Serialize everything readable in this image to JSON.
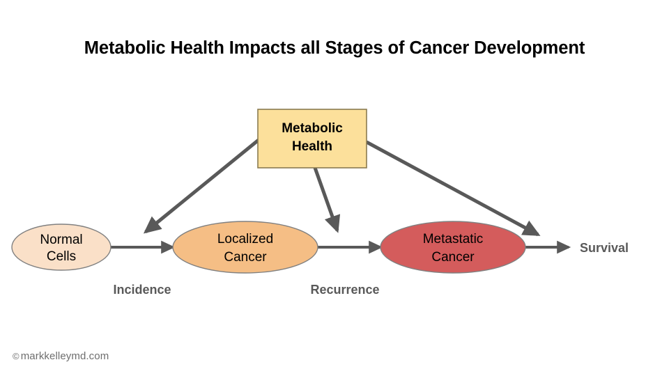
{
  "title": "Metabolic Health Impacts all Stages of Cancer Development",
  "credit": {
    "symbol": "©",
    "text": "markkelleymd.com"
  },
  "colors": {
    "box_fill": "#FCE09B",
    "box_stroke": "#BF9000",
    "normal_fill": "#FAE0C8",
    "localized_fill": "#F5BE85",
    "metastatic_fill": "#D45C5C",
    "node_stroke": "#808080",
    "arrow": "#595959",
    "label_text": "#595959",
    "title_text": "#000000"
  },
  "nodes": {
    "driver": {
      "name": "Metabolic Health",
      "line1": "Metabolic",
      "line2": "Health",
      "shape": "rectangle"
    },
    "normal": {
      "name": "Normal Cells",
      "line1": "Normal",
      "line2": "Cells",
      "shape": "ellipse"
    },
    "localized": {
      "name": "Localized Cancer",
      "line1": "Localized",
      "line2": "Cancer",
      "shape": "ellipse"
    },
    "metastatic": {
      "name": "Metastatic Cancer",
      "line1": "Metastatic",
      "line2": "Cancer",
      "shape": "ellipse"
    },
    "survival": {
      "name": "Survival",
      "label": "Survival",
      "shape": "text"
    }
  },
  "stage_labels": {
    "incidence": "Incidence",
    "recurrence": "Recurrence"
  },
  "chart_data": {
    "type": "diagram",
    "title": "Metabolic Health Impacts all Stages of Cancer Development",
    "nodes": [
      {
        "id": "driver",
        "label": "Metabolic Health",
        "shape": "rectangle",
        "fill": "#FCE09B"
      },
      {
        "id": "normal",
        "label": "Normal Cells",
        "shape": "ellipse",
        "fill": "#FAE0C8"
      },
      {
        "id": "localized",
        "label": "Localized Cancer",
        "shape": "ellipse",
        "fill": "#F5BE85"
      },
      {
        "id": "metastatic",
        "label": "Metastatic Cancer",
        "shape": "ellipse",
        "fill": "#D45C5C"
      },
      {
        "id": "survival",
        "label": "Survival",
        "shape": "text",
        "fill": "none"
      }
    ],
    "edges": [
      {
        "from": "normal",
        "to": "localized",
        "label": "Incidence",
        "style": "solid-arrow"
      },
      {
        "from": "localized",
        "to": "metastatic",
        "label": "Recurrence",
        "style": "solid-arrow"
      },
      {
        "from": "metastatic",
        "to": "survival",
        "label": "",
        "style": "solid-arrow"
      },
      {
        "from": "driver",
        "to": "incidence-step",
        "label": "",
        "style": "diagonal-arrow"
      },
      {
        "from": "driver",
        "to": "recurrence-step",
        "label": "",
        "style": "diagonal-arrow"
      },
      {
        "from": "driver",
        "to": "survival-step",
        "label": "",
        "style": "diagonal-arrow"
      }
    ]
  }
}
